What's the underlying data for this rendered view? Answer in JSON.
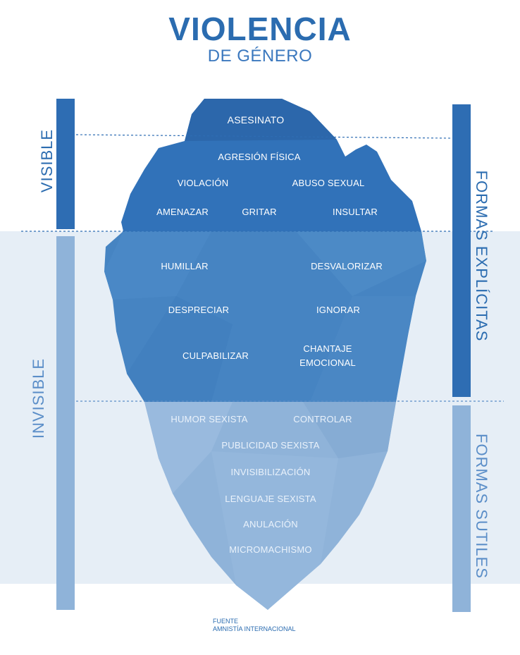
{
  "title": "VIOLENCIA",
  "subtitle": "DE GÉNERO",
  "side_labels": {
    "visible": "VISIBLE",
    "invisible": "INVISIBLE",
    "explicit": "FORMAS EXPLÍCITAS",
    "subtle": "FORMAS SUTILES"
  },
  "terms": {
    "asesinato": "ASESINATO",
    "agresion_fisica": "AGRESIÓN FÍSICA",
    "violacion": "VIOLACIÓN",
    "abuso_sexual": "ABUSO SEXUAL",
    "amenazar": "AMENAZAR",
    "gritar": "GRITAR",
    "insultar": "INSULTAR",
    "humillar": "HUMILLAR",
    "desvalorizar": "DESVALORIZAR",
    "despreciar": "DESPRECIAR",
    "ignorar": "IGNORAR",
    "culpabilizar": "CULPABILIZAR",
    "chantaje_line1": "CHANTAJE",
    "chantaje_line2": "EMOCIONAL",
    "humor_sexista": "HUMOR SEXISTA",
    "controlar": "CONTROLAR",
    "publicidad_sexista": "PUBLICIDAD SEXISTA",
    "invisibilizacion": "INVISIBILIZACIÓN",
    "lenguaje_sexista": "LENGUAJE SEXISTA",
    "anulacion": "ANULACIÓN",
    "micromachismo": "MICROMACHISMO"
  },
  "source": {
    "line1": "FUENTE",
    "line2": "AMNISTÍA INTERNACIONAL"
  },
  "colors": {
    "dark_blue": "#2b6cb0",
    "mid_blue": "#3f7fc0",
    "light_blue": "#8fb3d9",
    "water": "#e6eef6"
  }
}
